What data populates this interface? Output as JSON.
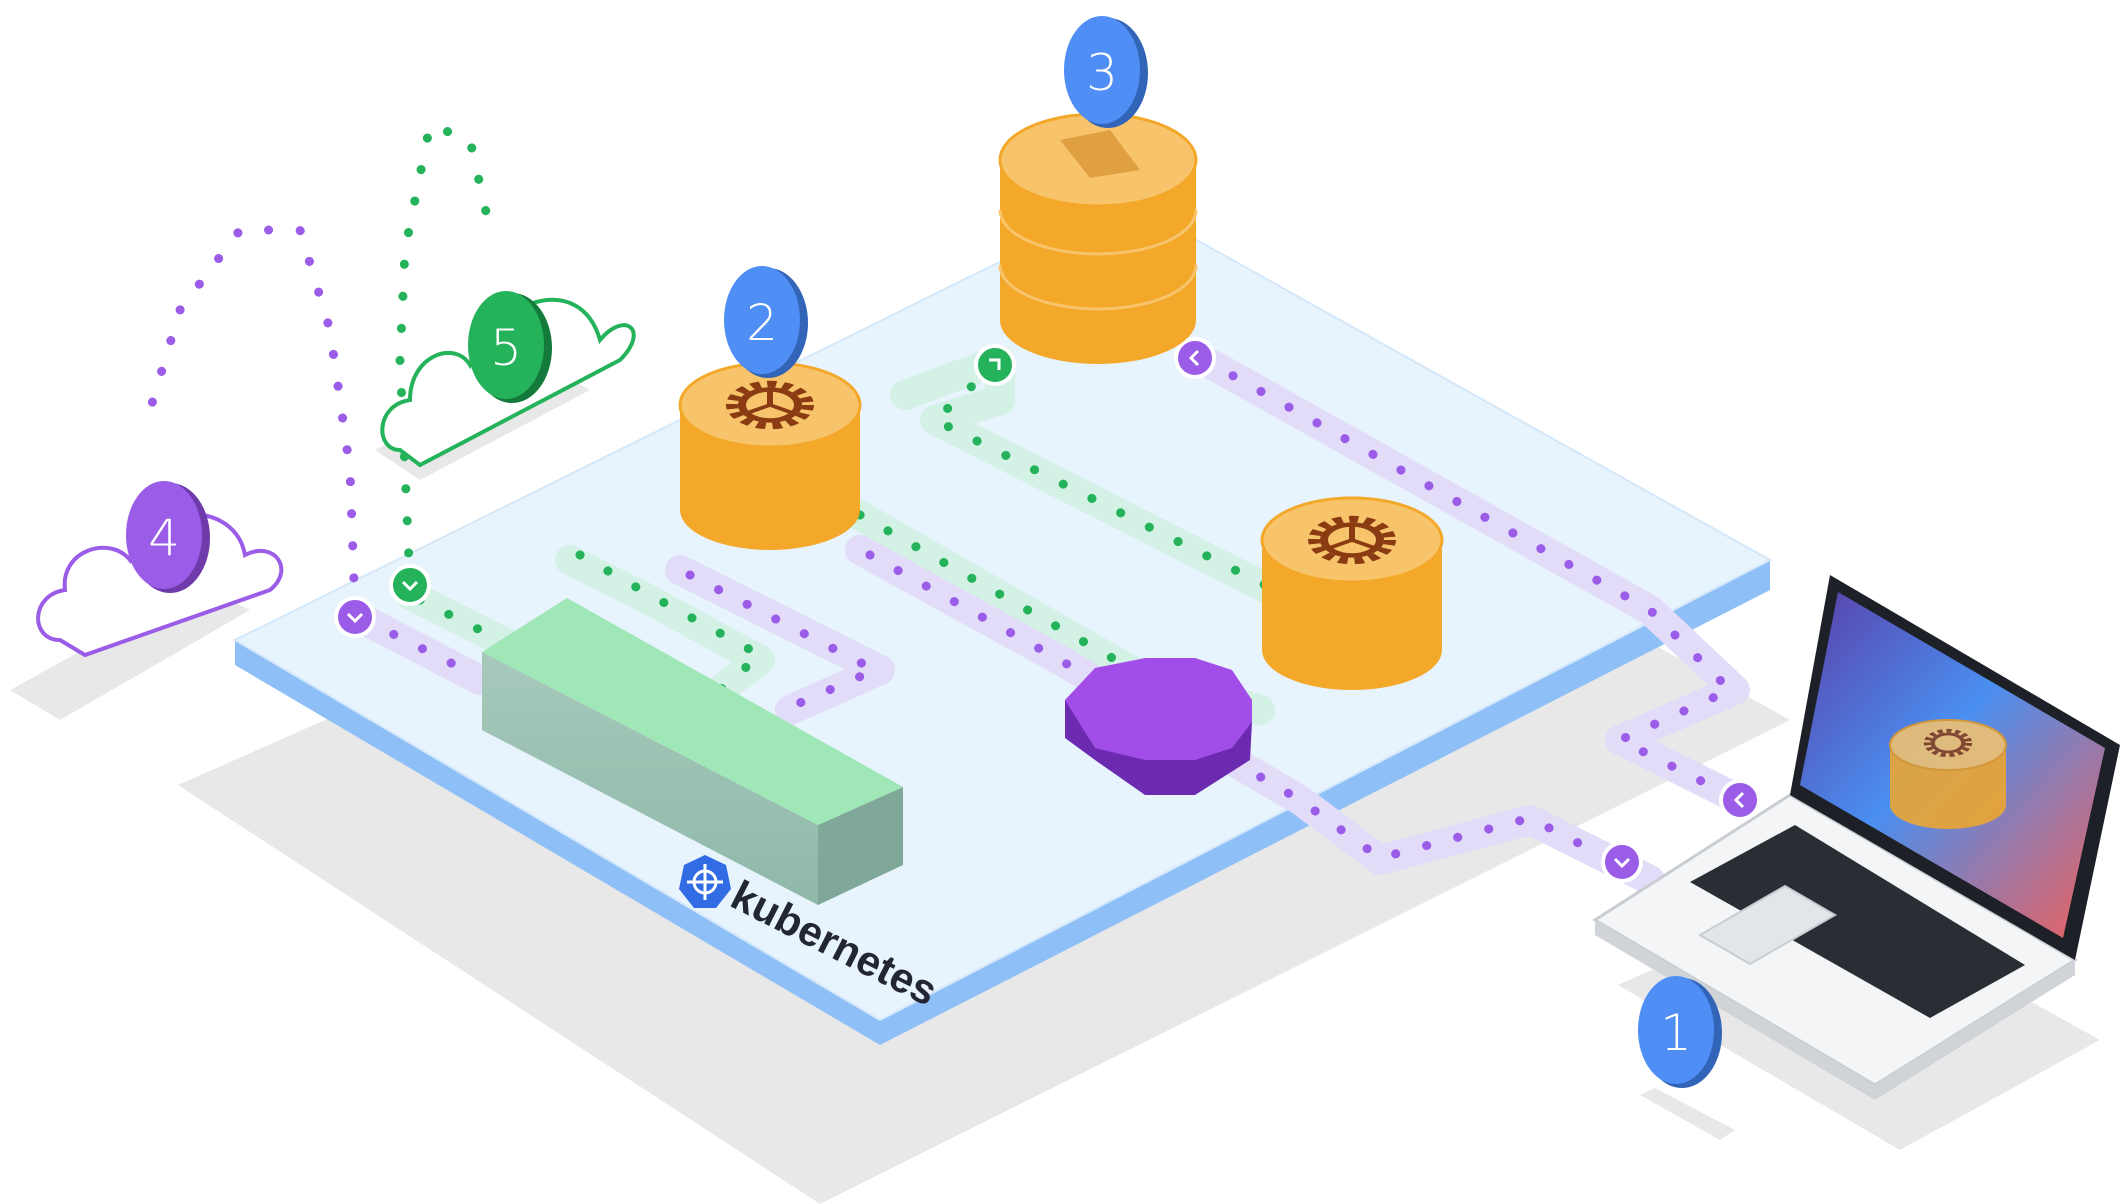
{
  "brand": {
    "wordmark": "kubernetes",
    "logo_icon": "kubernetes-helm-icon"
  },
  "badges": [
    {
      "label": "1",
      "color": "#4f8ef5"
    },
    {
      "label": "2",
      "color": "#4f8ef5"
    },
    {
      "label": "3",
      "color": "#4f8ef5"
    },
    {
      "label": "4",
      "color": "#9b5ce8"
    },
    {
      "label": "5",
      "color": "#24b35a"
    }
  ],
  "colors": {
    "platform_top": "#e7f3fd",
    "platform_edge": "#8ec0f7",
    "database_orange": "#f3a82a",
    "database_top": "#f8c46b",
    "gear": "#8a3b12",
    "service_purple": "#9a4de0",
    "node_green": "#9fe7b7",
    "path_green": "#24b35a",
    "path_purple": "#9b5ce8",
    "cloud_green": "#24b35a",
    "cloud_purple": "#9b5ce8"
  },
  "icons": [
    "gear-icon",
    "cloud-icon",
    "laptop-icon",
    "database-icon",
    "chevron-icon"
  ]
}
